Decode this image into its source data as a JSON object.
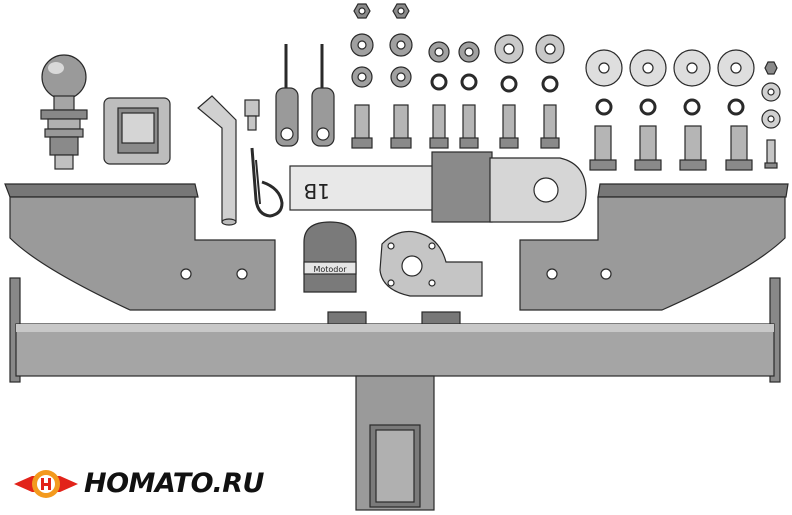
{
  "diagram": {
    "drawbar_label": "1B",
    "socket_cover_label": "Motodor",
    "colors": {
      "metal_dark": "#8a8a8a",
      "metal_mid": "#a9a9a9",
      "metal_light": "#d7d7d7",
      "outline": "#2a2a2a",
      "logo_red": "#e2231a",
      "logo_orange": "#f39a1e"
    }
  },
  "brand": {
    "logo_text": "HOMATO.RU",
    "logo_icon": "car-emblem-icon"
  }
}
